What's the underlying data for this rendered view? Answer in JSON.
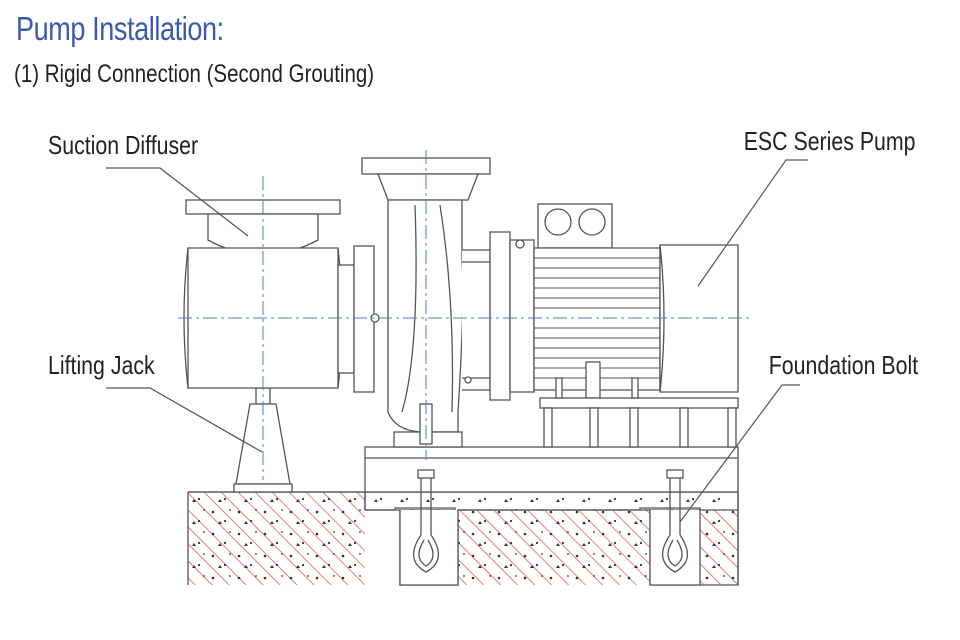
{
  "page": {
    "title": "Pump Installation:",
    "subtitle": "(1)  Rigid Connection (Second Grouting)"
  },
  "labels": {
    "suction_diffuser": "Suction Diffuser",
    "lifting_jack": "Lifting Jack",
    "esc_series_pump": "ESC Series Pump",
    "foundation_bolt": "Foundation Bolt"
  },
  "colors": {
    "title": "#3a5ba8",
    "line": "#555555",
    "centerline": "#4a7fc0",
    "hatch": "#e04848"
  }
}
